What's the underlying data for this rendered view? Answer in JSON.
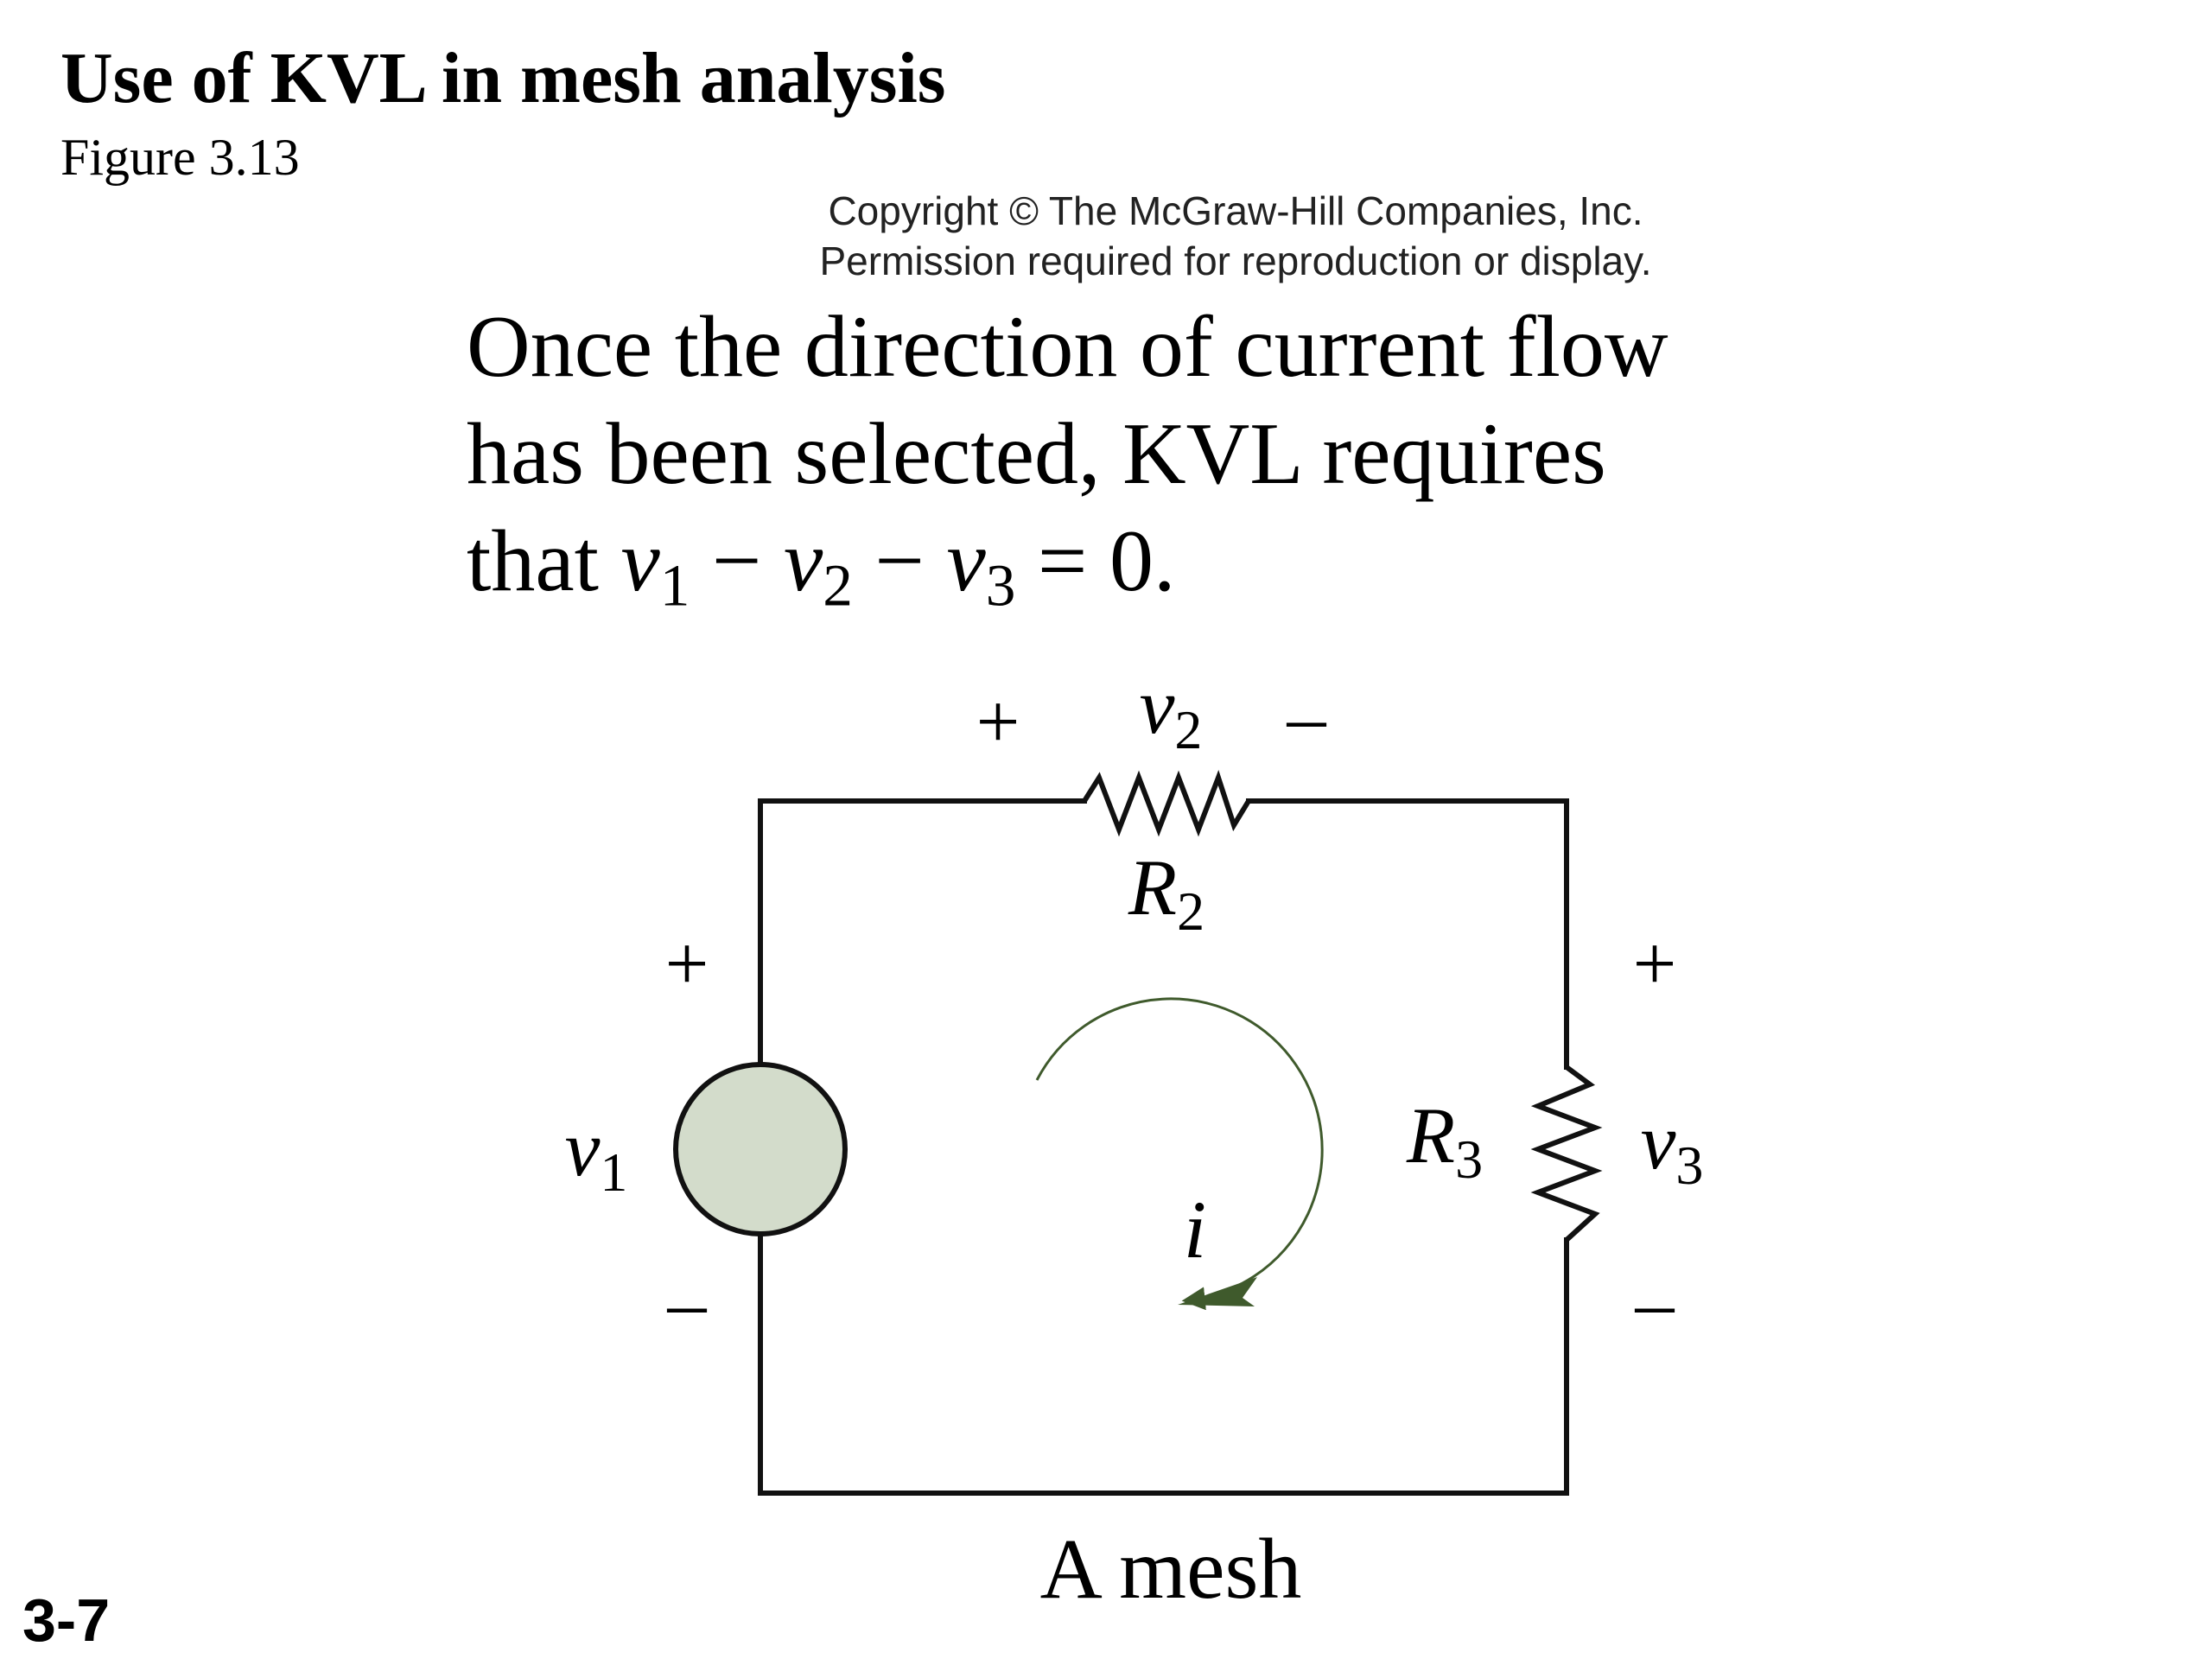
{
  "slide": {
    "title": "Use of KVL in mesh analysis",
    "figure_ref": "Figure 3.13",
    "copyright": [
      "Copyright © The McGraw-Hill Companies, Inc.",
      "Permission required for reproduction or display."
    ],
    "caption": {
      "line1": "Once the direction of current flow",
      "line2": "has been selected, KVL requires",
      "line3_prefix": "that ",
      "v1": "v",
      "v1_sub": "1",
      "minus1": " − ",
      "v2": "v",
      "v2_sub": "2",
      "minus2": " − ",
      "v3": "v",
      "v3_sub": "3",
      "suffix": " = 0."
    },
    "slide_number": "3-7"
  },
  "circuit": {
    "mesh_label": "A mesh",
    "current_label": "i",
    "source": {
      "name": "v",
      "sub": "1",
      "plus": "+",
      "minus": "–"
    },
    "r2": {
      "name": "R",
      "sub": "2",
      "v_name": "v",
      "v_sub": "2",
      "plus": "+",
      "minus": "–"
    },
    "r3": {
      "name": "R",
      "sub": "3",
      "v_name": "v",
      "v_sub": "3",
      "plus": "+",
      "minus": "–"
    },
    "colors": {
      "wire": "#111111",
      "source_fill": "#d3dccb",
      "arrow": "#3f5a2c"
    }
  }
}
